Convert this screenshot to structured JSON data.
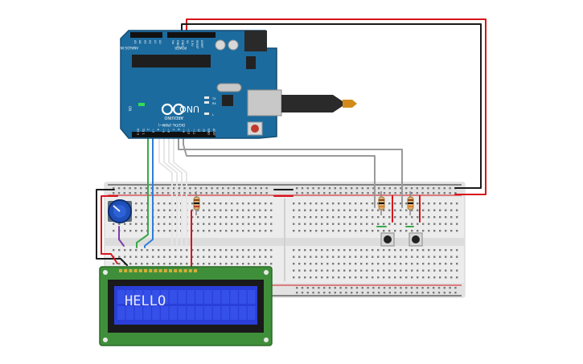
{
  "arduino": {
    "brand": "ARDUINO",
    "model": "UNO",
    "header_digital": "DIGITAL (PWM~)",
    "header_analog": "ANALOG IN",
    "header_power": "POWER",
    "digital_pins": [
      "AREF",
      "GND",
      "13",
      "12",
      "~11",
      "~10",
      "~9",
      "8",
      "7",
      "~6",
      "~5",
      "4",
      "~3",
      "2",
      "TX 1",
      "RX 0"
    ],
    "power_pins": [
      "IOREF",
      "RESET",
      "3.3V",
      "5V",
      "GND",
      "GND",
      "Vin"
    ],
    "analog_pins": [
      "A0",
      "A1",
      "A2",
      "A3",
      "A4",
      "A5"
    ],
    "leds": [
      "TX",
      "RX",
      "L"
    ],
    "on_label": "ON"
  },
  "lcd": {
    "text": "HELLO",
    "backlight": "#2a3fd8",
    "board": "#3f8f3a"
  },
  "colors": {
    "wire_red": "#d6151b",
    "wire_black": "#1a1a1a",
    "wire_green": "#3aa84b",
    "wire_blue": "#2f7ed8",
    "wire_gray": "#9a9a9a",
    "wire_purple": "#7b3fa6",
    "wire_white": "#e6e6e6",
    "arduino_board": "#1c6b9e",
    "breadboard": "#eeeeee"
  }
}
